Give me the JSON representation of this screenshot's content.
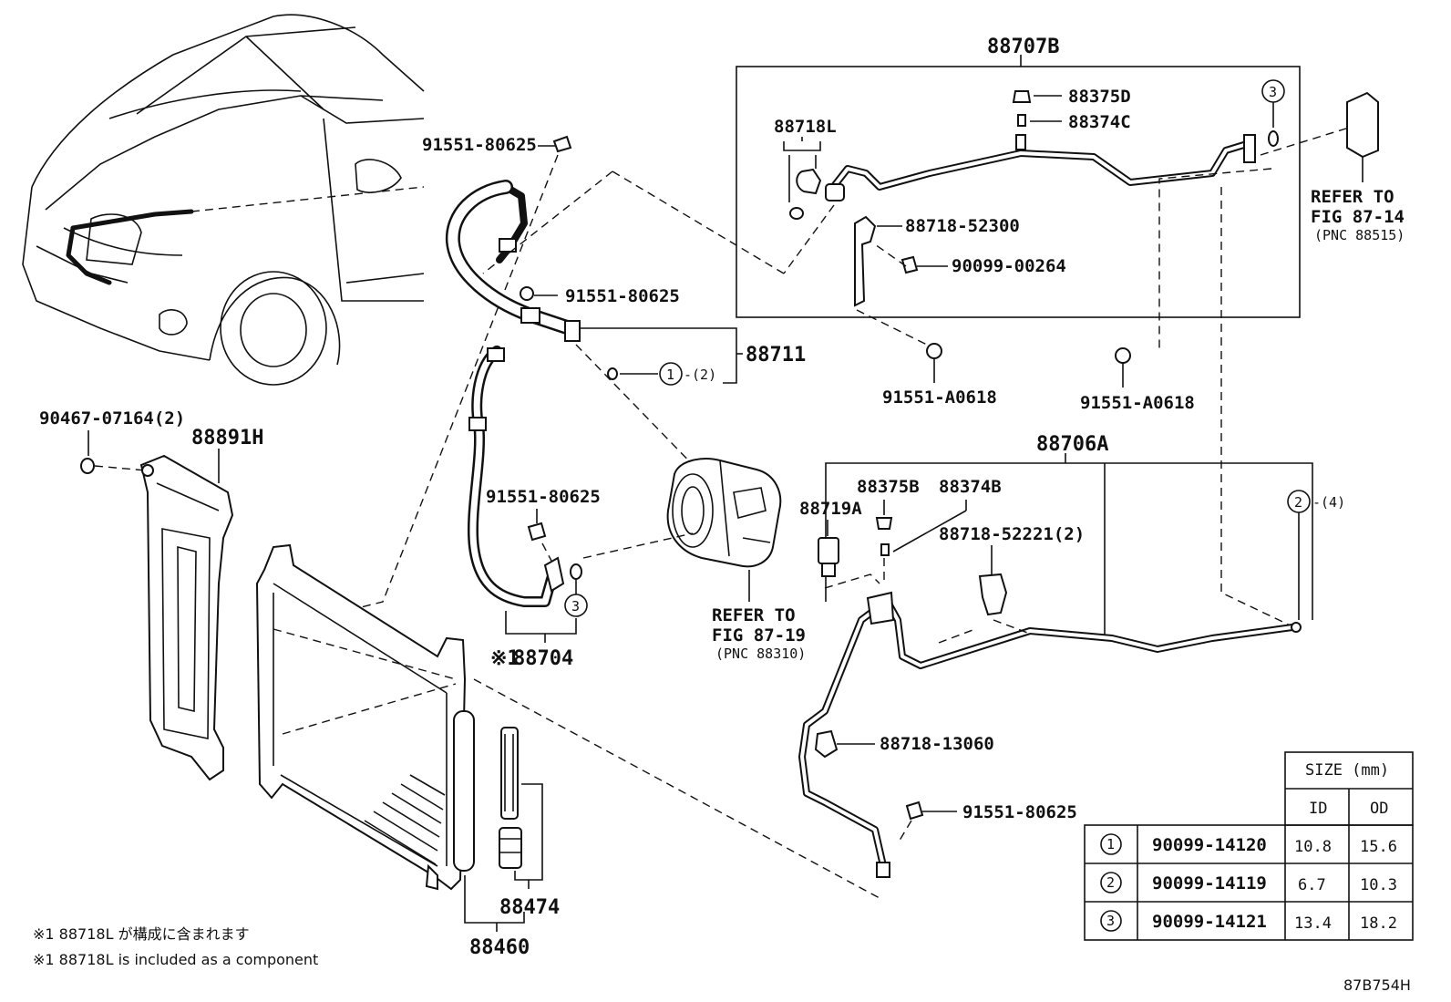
{
  "labels": {
    "p88707b": "88707B",
    "p88375d": "88375D",
    "p88374c": "88374C",
    "p88718l": "88718L",
    "p88718_52300": "88718-52300",
    "p90099_00264": "90099-00264",
    "p91551_80625_top": "91551-80625",
    "p91551_80625_mid": "91551-80625",
    "p91551_80625_hose": "91551-80625",
    "p91551_80625_low": "91551-80625",
    "p91551_a0618_left": "91551-A0618",
    "p91551_a0618_right": "91551-A0618",
    "p88711": "88711",
    "p88711_qty": "-(2)",
    "p90467": "90467-07164(2)",
    "p88891h": "88891H",
    "p88706a": "88706A",
    "p88375b": "88375B",
    "p88374b": "88374B",
    "p88719a": "88719A",
    "p88718_52221": "88718-52221(2)",
    "p88718_13060": "88718-13060",
    "p88704": "88704",
    "p88704_mark": "※1",
    "p88474": "88474",
    "p88460": "88460",
    "circle2_qty": "-(4)",
    "circle1": "1",
    "circle2": "2",
    "circle3": "3"
  },
  "references": {
    "ref_fig_87_14": [
      "REFER TO",
      "FIG 87-14",
      "(PNC 88515)"
    ],
    "ref_fig_87_19": [
      "REFER TO",
      "FIG 87-19",
      "(PNC 88310)"
    ]
  },
  "notes": {
    "note_jp": "※1 88718L が構成に含まれます",
    "note_en": "※1 88718L is included as a component"
  },
  "size_table": {
    "header": "SIZE (mm)",
    "col_id": "ID",
    "col_od": "OD",
    "rows": [
      {
        "ref": "1",
        "part": "90099-14120",
        "id": "10.8",
        "od": "15.6"
      },
      {
        "ref": "2",
        "part": "90099-14119",
        "id": "6.7",
        "od": "10.3"
      },
      {
        "ref": "3",
        "part": "90099-14121",
        "id": "13.4",
        "od": "18.2"
      }
    ]
  },
  "figure_code": "87B754H"
}
